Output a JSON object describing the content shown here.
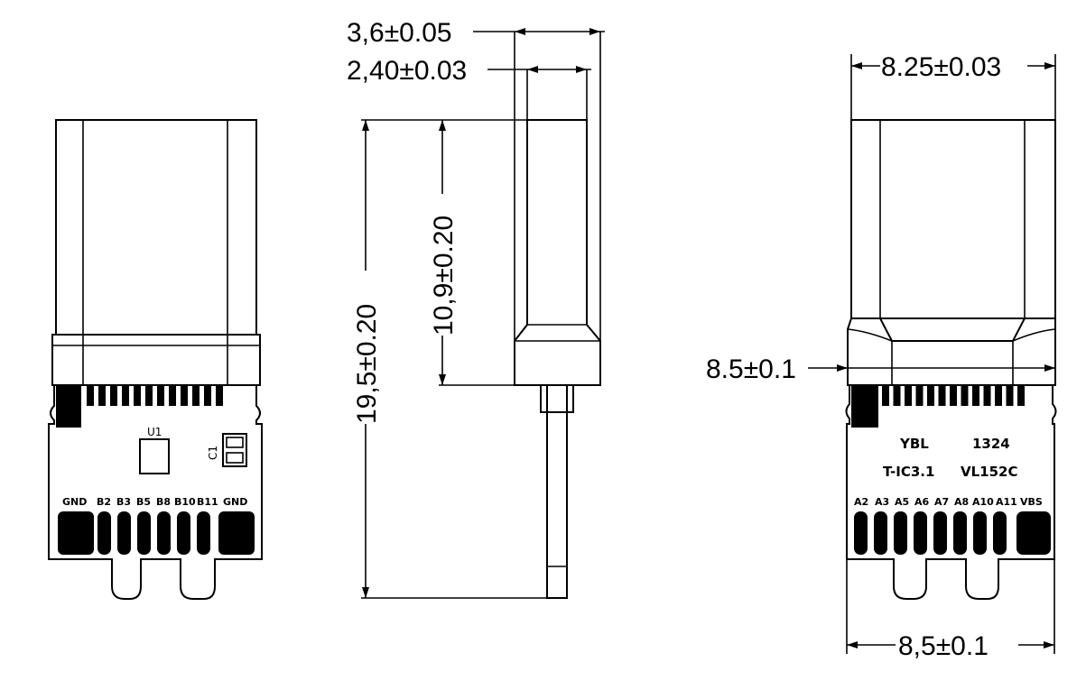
{
  "dimensions": {
    "width_total": "3,6±0.05",
    "width_inner": "2,40±0.03",
    "length_total": "19,5±0.20",
    "length_shell": "10,9±0.20",
    "width_top": "8.25±0.03",
    "width_mid": "8.5±0.1",
    "width_bottom": "8,5±0.1"
  },
  "left_view": {
    "u1_label": "U1",
    "c1_label": "C1",
    "pins": [
      "GND",
      "B2",
      "B3",
      "B5",
      "B8",
      "B10",
      "B11",
      "GND"
    ]
  },
  "right_view": {
    "marking_brand": "YBL",
    "marking_code": "1324",
    "marking_model": "T-IC3.1",
    "marking_part": "VL152C",
    "pins": [
      "A2",
      "A3",
      "A5",
      "A6",
      "A7",
      "A8",
      "A10",
      "A11",
      "VBS"
    ]
  }
}
